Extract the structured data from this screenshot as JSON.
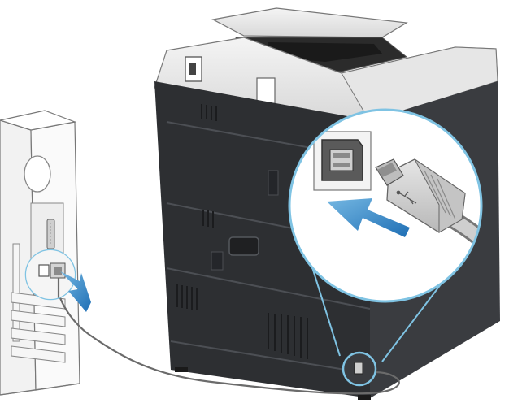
{
  "illustration": {
    "computer": {
      "parts": [
        "tower-case",
        "serial-port",
        "usb-port",
        "expansion-slots"
      ]
    },
    "printer": {
      "parts": [
        "document-feeder",
        "output-tray",
        "rear-panel",
        "usb-port"
      ]
    },
    "callouts": [
      "computer-usb-callout",
      "printer-usb-callout"
    ],
    "arrows": [
      "computer-insert-arrow",
      "printer-insert-arrow"
    ],
    "cable": "usb-cable"
  },
  "colors": {
    "printer_body": "#2d2f32",
    "printer_panel": "#3a3c40",
    "printer_top": "#e9e9e9",
    "callout_ring": "#7fc3e3",
    "arrow_blue": "#1f6fb5",
    "arrow_light": "#74b7e2",
    "line_gray": "#666666",
    "cable_gray": "#6b6b6b"
  }
}
